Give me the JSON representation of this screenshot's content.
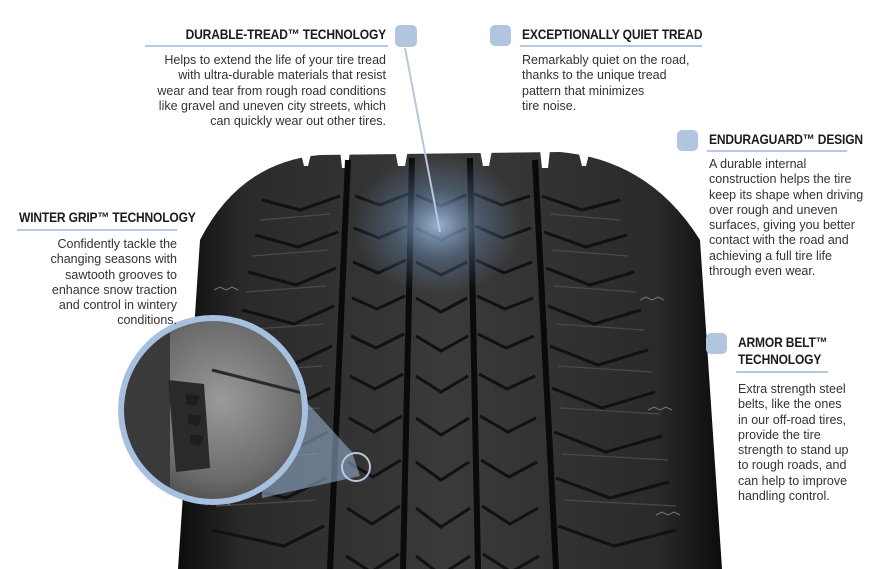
{
  "colors": {
    "accent": "#b2c5df",
    "rule": "#b7c7dd",
    "heading": "#1c1c1c",
    "body_text": "#333333",
    "tire": "#1a1a1a"
  },
  "features": {
    "durable_tread": {
      "title": "DURABLE-TREAD™ TECHNOLOGY",
      "lines": [
        "Helps to extend the life of your tire tread",
        "with ultra-durable materials that resist",
        "wear and tear from rough road conditions",
        "like gravel and uneven city streets, which",
        "can quickly wear out other tires."
      ]
    },
    "quiet_tread": {
      "title": "EXCEPTIONALLY QUIET TREAD",
      "lines": [
        "Remarkably quiet on the road,",
        "thanks to the unique tread",
        "pattern that minimizes",
        "tire noise."
      ]
    },
    "enduraguard": {
      "title": "ENDURAGUARD™ DESIGN",
      "lines": [
        "A durable internal",
        "construction helps the tire",
        "keep its shape when driving",
        "over rough and uneven",
        "surfaces, giving you better",
        "contact with the road and",
        "achieving a full tire life",
        "through even wear."
      ]
    },
    "winter_grip": {
      "title": "WINTER GRIP™ TECHNOLOGY",
      "lines": [
        "Confidently tackle the",
        "changing seasons with",
        "sawtooth grooves to",
        "enhance snow traction",
        "and control in wintery",
        "conditions."
      ]
    },
    "armor_belt": {
      "title_lines": [
        "ARMOR BELT™",
        "TECHNOLOGY"
      ],
      "lines": [
        "Extra strength steel",
        "belts, like the ones",
        "in our off-road tires,",
        "provide the tire",
        "strength to stand up",
        "to rough roads, and",
        "can help to improve",
        "handling control."
      ]
    }
  }
}
